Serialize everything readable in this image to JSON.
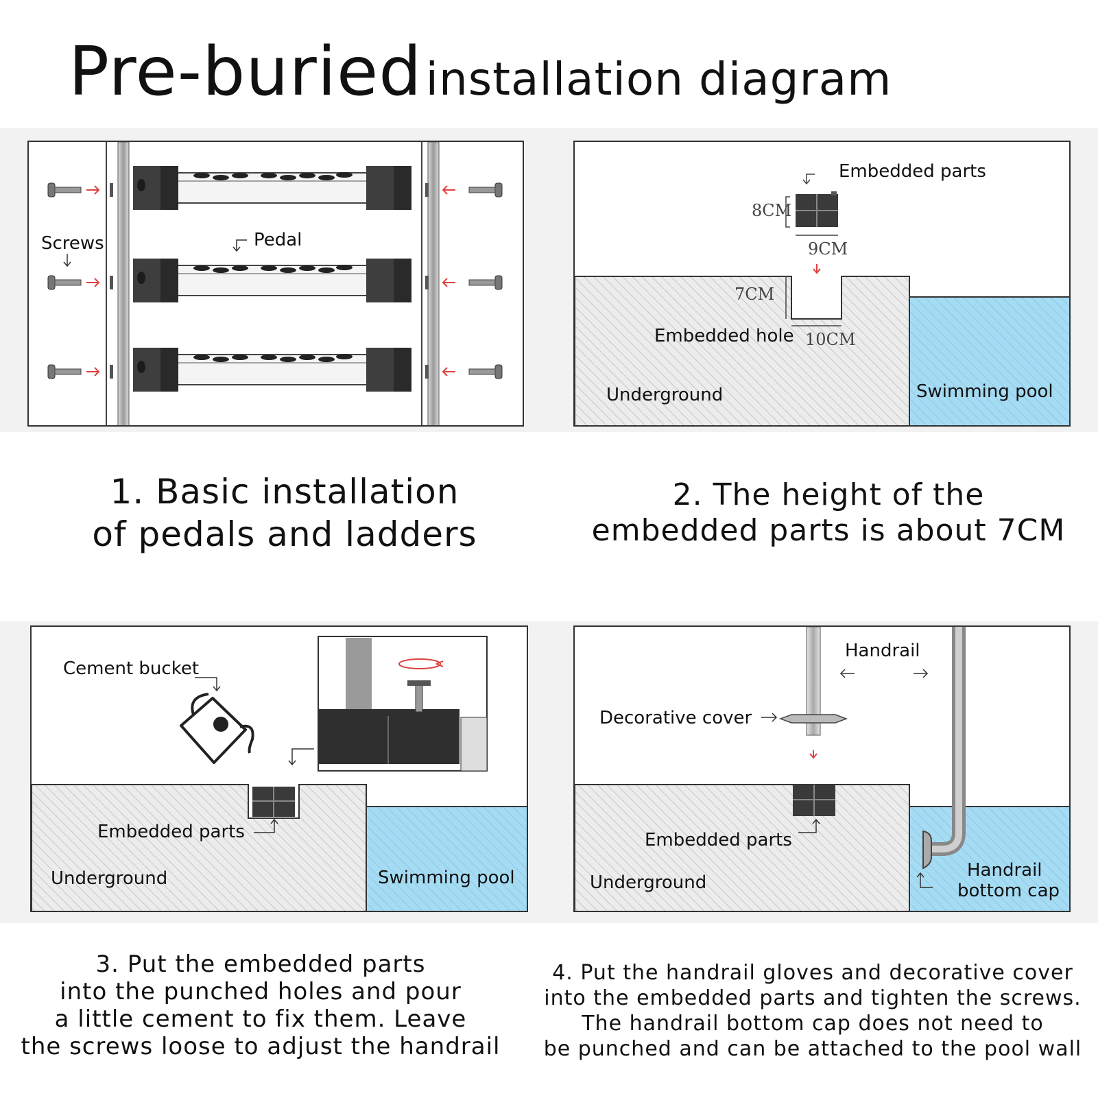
{
  "title": {
    "big": "Pre-buried",
    "small": "installation diagram"
  },
  "panel1": {
    "screws": "Screws",
    "pedal": "Pedal"
  },
  "panel2": {
    "embedded_parts": "Embedded parts",
    "dim_8": "8CM",
    "dim_9": "9CM",
    "dim_7": "7CM",
    "dim_10": "10CM",
    "embedded_hole": "Embedded hole",
    "underground": "Underground",
    "pool": "Swimming pool"
  },
  "panel3": {
    "cement_bucket": "Cement bucket",
    "embedded_parts": "Embedded parts",
    "underground": "Underground",
    "pool": "Swimming pool"
  },
  "panel4": {
    "handrail": "Handrail",
    "decorative_cover": "Decorative cover",
    "embedded_parts": "Embedded parts",
    "underground": "Underground",
    "bottom_cap_1": "Handrail",
    "bottom_cap_2": "bottom cap"
  },
  "captions": {
    "c1": "1. Basic installation\nof pedals and ladders",
    "c2": "2. The height of the\nembedded parts is about 7CM",
    "c3": "3. Put the embedded parts\ninto the punched holes and pour\na little cement to fix them. Leave\nthe screws loose to adjust the handrail",
    "c4": "4. Put the handrail gloves and decorative cover\ninto the embedded parts and tighten the screws.\nThe handrail bottom cap does not need to\nbe punched and can be attached to the pool wall"
  },
  "colors": {
    "pool": "#a6dcf3",
    "ground": "#ececec",
    "block": "#3a3a3a",
    "arrow_red": "#e04040"
  }
}
